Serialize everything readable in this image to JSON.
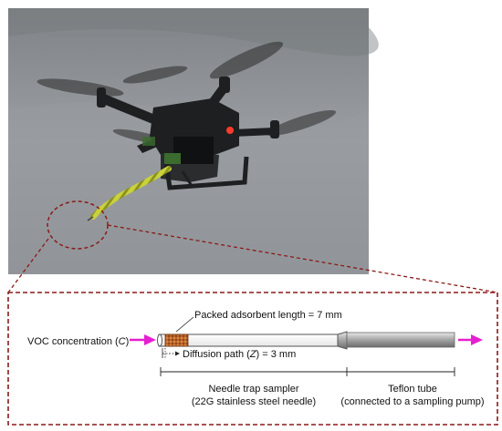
{
  "photo": {
    "subject": "drone-with-needle-trap-sampler",
    "sky_color": "#8e9296",
    "drone_color": "#1e1f21",
    "tether_color": "#c9d23a"
  },
  "callout": {
    "border_color": "#8b1a1a",
    "label_voc_prefix": "VOC concentration (",
    "label_voc_var": "C",
    "label_voc_suffix": ")",
    "packed_length_label": "Packed adsorbent length = 7 mm",
    "diffusion_prefix": "Diffusion path (",
    "diffusion_var": "Z",
    "diffusion_suffix": ") = 3 mm",
    "needle_label_line1": "Needle trap sampler",
    "needle_label_line2": "(22G stainless steel needle)",
    "teflon_label_line1": "Teflon tube",
    "teflon_label_line2": "(connected to a sampling pump)",
    "flow_arrow_color": "#e61fd2",
    "adsorbent_color": "#c0672a"
  }
}
